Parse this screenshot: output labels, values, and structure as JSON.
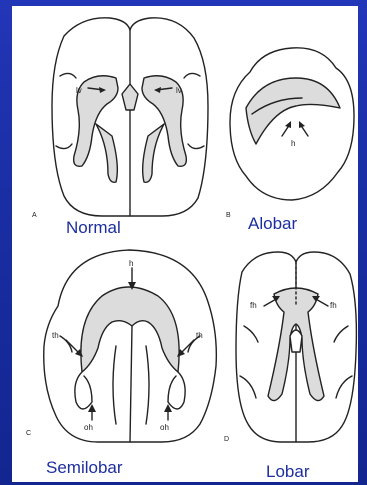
{
  "panels": {
    "a": {
      "letter": "A",
      "caption": "Normal",
      "label_left": "lv",
      "label_right": "lv"
    },
    "b": {
      "letter": "B",
      "caption": "Alobar",
      "label": "h"
    },
    "c": {
      "letter": "C",
      "caption": "Semilobar",
      "label_top": "h",
      "label_left": "th",
      "label_right": "th",
      "label_bottom_left": "oh",
      "label_bottom_right": "oh"
    },
    "d": {
      "letter": "D",
      "caption": "Lobar",
      "label_left": "fh",
      "label_right": "fh"
    }
  },
  "colors": {
    "background": "#1b2fa6",
    "caption": "#1d2f9f",
    "ventricle_fill": "#dcdcdc",
    "outline": "#222222"
  }
}
